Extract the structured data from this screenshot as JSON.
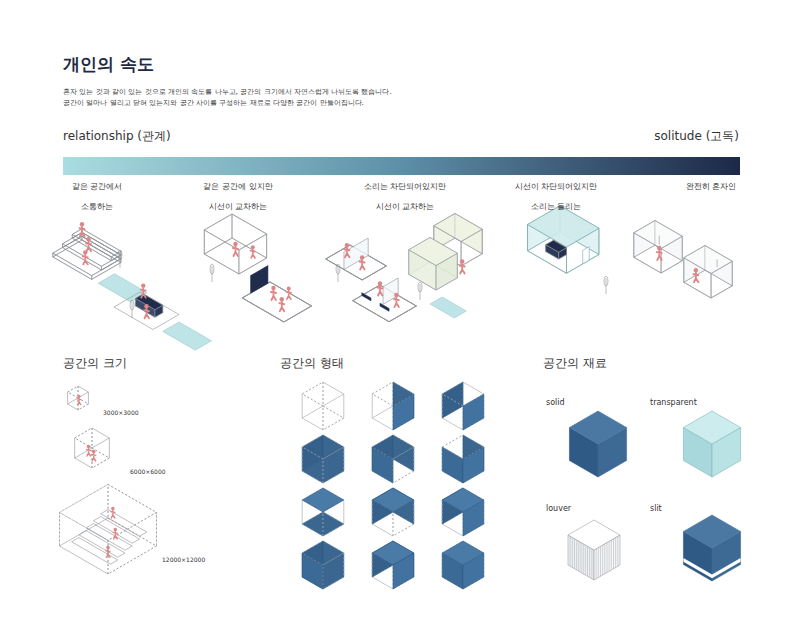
{
  "diagram": {
    "title": "개인의 속도",
    "labels": [
      "혼자 있는 것과 같이 있는 것으로 개인의 속도를 나누고, 공간의 크기에서 자연스럽게 나뉘도록 했습니다.",
      "공간이 얼마나 열리고 닫혀 있는지와 공간 사이를 구성하는 재료로 다양한 공간이 만들어집니다.",
      "relationship (관계)",
      "solitude (고독)",
      "같은 공간에서",
      "소통하는",
      "같은 공간에 있지만",
      "시선이 교차하는",
      "소리는 차단되어있지만",
      "시선이 교차하는",
      "시선이 차단되어있지만",
      "소리는 들리는",
      "완전히 혼자인",
      "공간의 크기",
      "공간의 형태",
      "공간의 재료",
      "3000×3000",
      "6000×6000",
      "12000×12000",
      "solid",
      "transparent",
      "louver",
      "slit"
    ]
  }
}
